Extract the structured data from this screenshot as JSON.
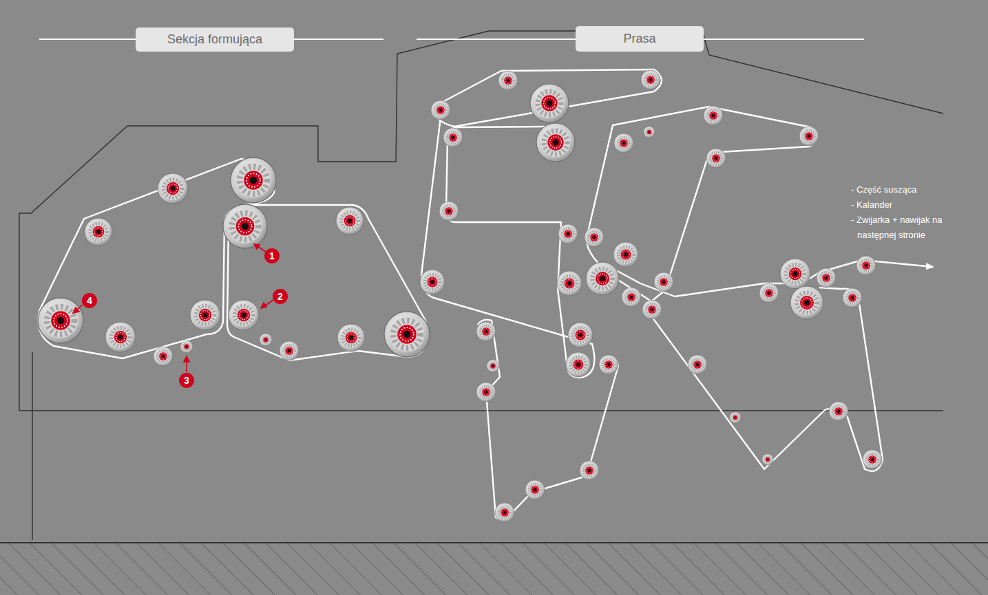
{
  "diagram": {
    "nodes": [
      {
        "text": [
          "Sekcja formująca"
        ]
      },
      {
        "text": [
          "Prasa"
        ]
      }
    ],
    "labels": [
      "1",
      "2",
      "3",
      "4",
      "- Część susząca",
      "- Kalander",
      "- Zwijarka + nawijak na następnej stronie"
    ]
  }
}
